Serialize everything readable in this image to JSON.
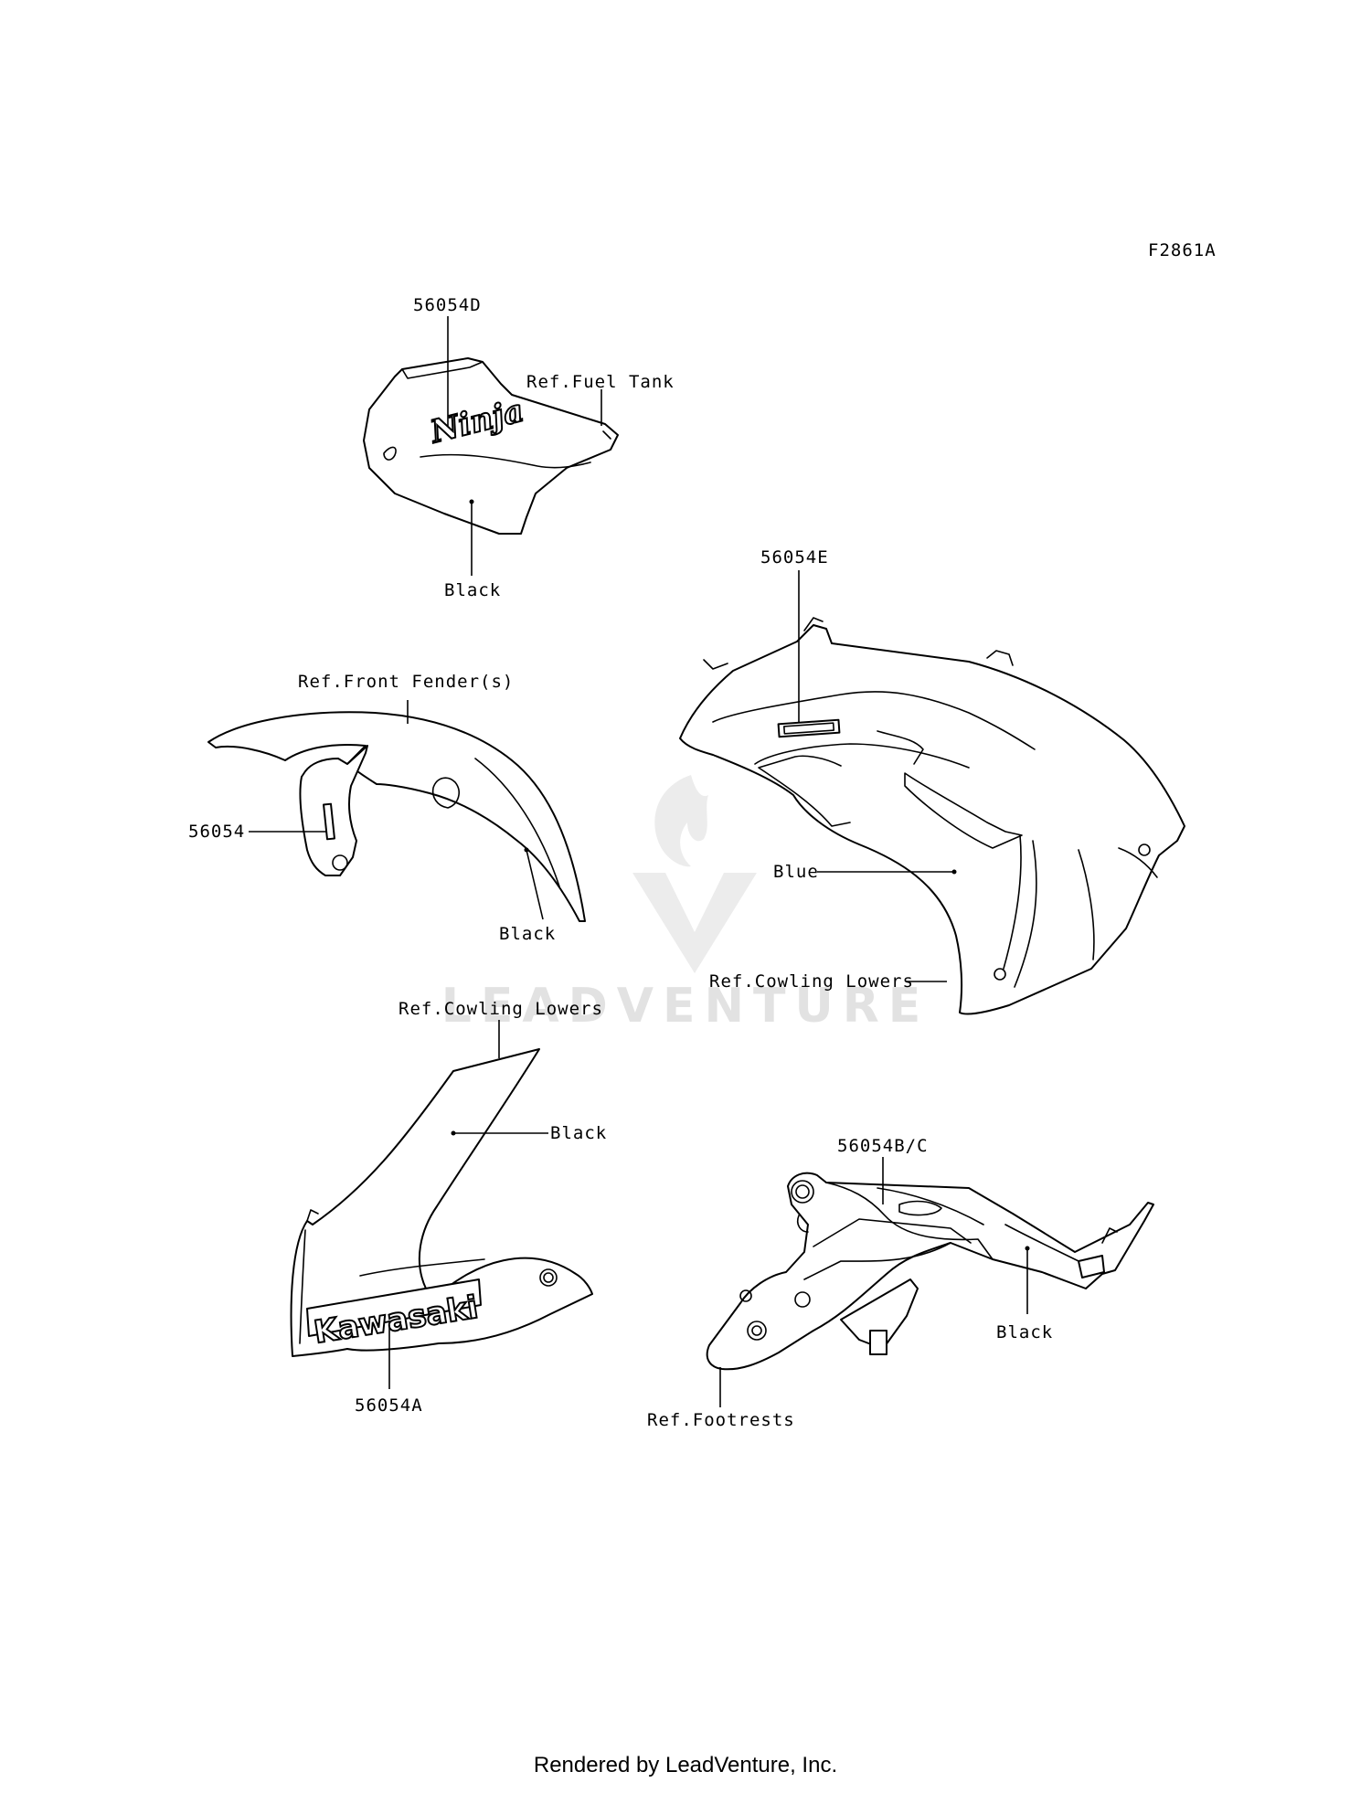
{
  "figure_code": "F2861A",
  "labels": {
    "p56054D": "56054D",
    "ref_fuel_tank": "Ref.Fuel Tank",
    "black_tank": "Black",
    "p56054E": "56054E",
    "ref_front_fender": "Ref.Front Fender(s)",
    "p56054": "56054",
    "black_fender": "Black",
    "blue": "Blue",
    "ref_cowling_lowers_right": "Ref.Cowling Lowers",
    "ref_cowling_lowers_left": "Ref.Cowling Lowers",
    "black_cowl": "Black",
    "p56054A": "56054A",
    "p56054BC": "56054B/C",
    "black_footrest": "Black",
    "ref_footrests": "Ref.Footrests"
  },
  "decals": {
    "ninja_script": "Ninja",
    "kawasaki_wordmark": "Kawasaki"
  },
  "watermark": {
    "text": "LEADVENTURE",
    "logo_icon": "flame-v-logo-icon"
  },
  "footer": "Rendered by LeadVenture, Inc."
}
